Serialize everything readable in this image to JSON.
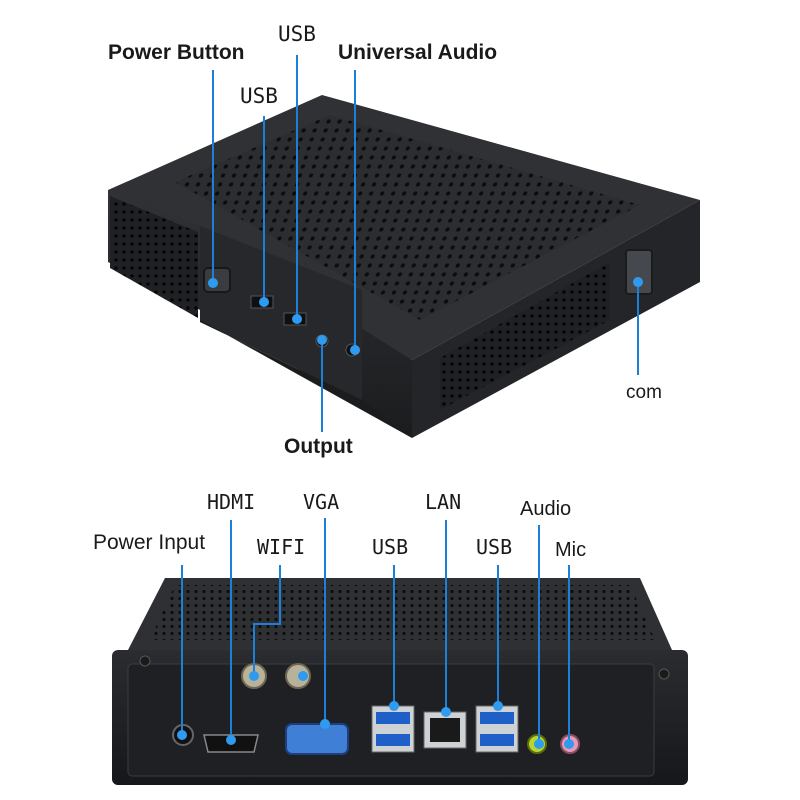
{
  "top_view": {
    "labels": {
      "power_button": "Power Button",
      "usb_left": "USB",
      "usb_right": "USB",
      "universal_audio": "Universal Audio",
      "output": "Output",
      "com": "com"
    }
  },
  "bottom_view": {
    "labels": {
      "power_input": "Power Input",
      "hdmi": "HDMI",
      "wifi": "WIFI",
      "vga": "VGA",
      "usb_left": "USB",
      "lan": "LAN",
      "usb_right": "USB",
      "audio": "Audio",
      "mic": "Mic"
    }
  },
  "colors": {
    "case": "#2b2d30",
    "case_dark": "#1c1d1f",
    "callout_line": "#1e7fd8",
    "callout_dot": "#2e9bf0",
    "usb_blue": "#1f5fc8",
    "vga_blue": "#3f7fd6",
    "audio_green": "#b8d62a",
    "mic_pink": "#e79ab5"
  }
}
